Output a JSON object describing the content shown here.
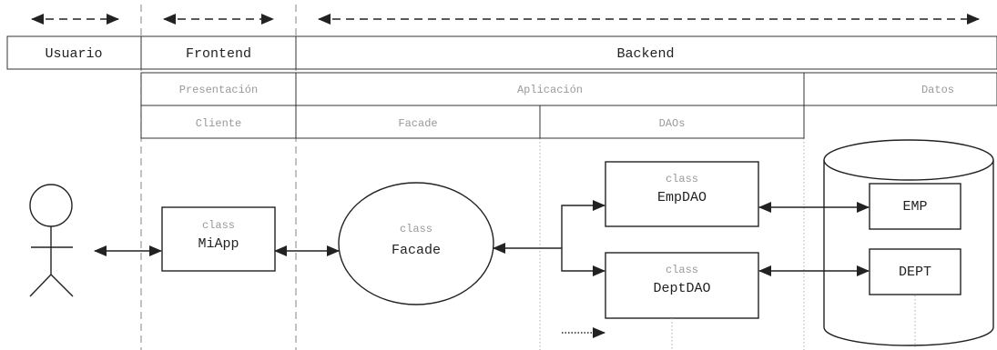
{
  "header": {
    "row1": {
      "usuario": "Usuario",
      "frontend": "Frontend",
      "backend": "Backend"
    },
    "row2": {
      "presentacion": "Presentación",
      "aplicacion": "Aplicación",
      "datos": "Datos"
    },
    "row3": {
      "cliente": "Cliente",
      "facade": "Facade",
      "daos": "DAOs"
    }
  },
  "nodes": {
    "miapp": {
      "kind": "class",
      "name": "MiApp"
    },
    "facade": {
      "kind": "class",
      "name": "Facade"
    },
    "empdao": {
      "kind": "class",
      "name": "EmpDAO"
    },
    "deptdao": {
      "kind": "class",
      "name": "DeptDAO"
    }
  },
  "tables": {
    "emp": "EMP",
    "dept": "DEPT"
  },
  "colors": {
    "line": "#222222",
    "muted_text": "#999999",
    "background": "#ffffff"
  }
}
